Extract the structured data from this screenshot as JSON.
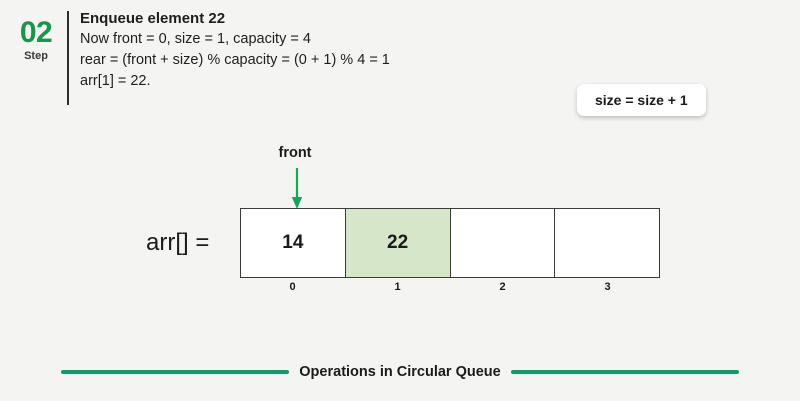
{
  "colors": {
    "background": "#f4f4f2",
    "step_green": "#1a9447",
    "arrow_green": "#18a558",
    "cell_highlight": "#d5e7c8",
    "footer_green": "#0f9c6d",
    "text": "#1e1e1e",
    "border": "#3a3a3a"
  },
  "step": {
    "number": "02",
    "word": "Step"
  },
  "description": {
    "title": "Enqueue element 22",
    "lines": [
      "Now front = 0, size = 1, capacity = 4",
      "rear = (front + size) % capacity = (0 + 1) % 4 = 1",
      "arr[1] = 22."
    ]
  },
  "badge": {
    "text": "size = size + 1"
  },
  "pointer": {
    "label": "front",
    "target_index": 0
  },
  "array": {
    "label": "arr[] =",
    "cells": [
      {
        "index": "0",
        "value": "14",
        "highlight": false
      },
      {
        "index": "1",
        "value": "22",
        "highlight": true
      },
      {
        "index": "2",
        "value": "",
        "highlight": false
      },
      {
        "index": "3",
        "value": "",
        "highlight": false
      }
    ]
  },
  "footer": {
    "text": "Operations in Circular Queue"
  }
}
